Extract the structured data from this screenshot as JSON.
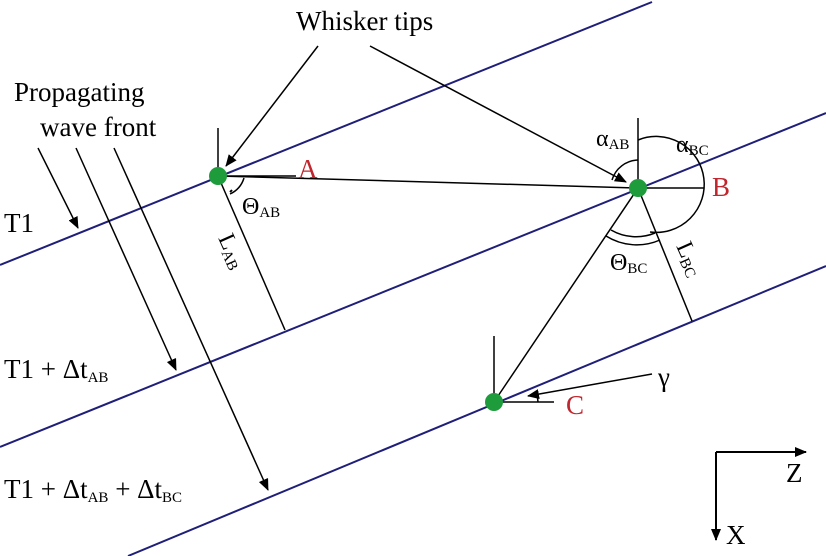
{
  "colors": {
    "wave_front": "#1f1f7a",
    "line": "#000000",
    "point_fill": "#1e9c3c",
    "point_label": "#c0262d"
  },
  "labels": {
    "whisker_tips": "Whisker tips",
    "propagating": "Propagating",
    "wave_front": "wave front",
    "t1": "T1",
    "t2_main": "T1 + Δt",
    "t2_sub": "AB",
    "t3_main": "T1 + Δt",
    "t3_sub1": "AB",
    "t3_plus": " + Δt",
    "t3_sub2": "BC",
    "point_a": "A",
    "point_b": "B",
    "point_c": "C",
    "alpha_ab": "α",
    "alpha_ab_sub": "AB",
    "alpha_bc": "α",
    "alpha_bc_sub": "BC",
    "theta_ab": "Θ",
    "theta_ab_sub": "AB",
    "theta_bc": "Θ",
    "theta_bc_sub": "BC",
    "l_ab": "L",
    "l_ab_sub": "AB",
    "l_bc": "L",
    "l_bc_sub": "BC",
    "gamma": "γ",
    "axis_z": "Z",
    "axis_x": "X"
  }
}
